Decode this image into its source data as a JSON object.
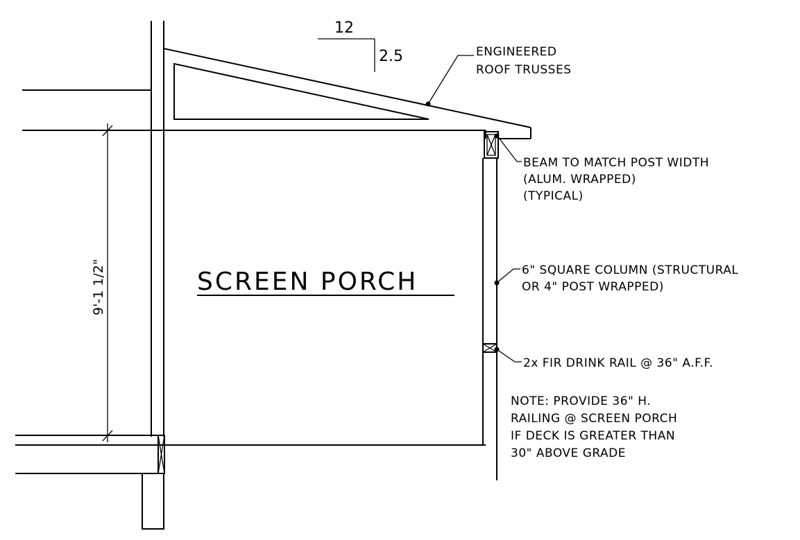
{
  "slope": {
    "run": "12",
    "rise": "2.5"
  },
  "title": "SCREEN PORCH",
  "dimension": "9'-1 1/2\"",
  "callouts": {
    "trusses": [
      "ENGINEERED",
      "ROOF TRUSSES"
    ],
    "beam": [
      "BEAM TO MATCH POST WIDTH",
      "(ALUM. WRAPPED)",
      "(TYPICAL)"
    ],
    "column": [
      "6\" SQUARE COLUMN (STRUCTURAL",
      "OR 4\" POST WRAPPED)"
    ],
    "rail": [
      "2x FIR DRINK RAIL @ 36\" A.F.F."
    ],
    "note": [
      "NOTE:  PROVIDE 36\" H.",
      "RAILING @ SCREEN PORCH",
      "IF DECK IS GREATER THAN",
      "30\" ABOVE GRADE"
    ]
  }
}
